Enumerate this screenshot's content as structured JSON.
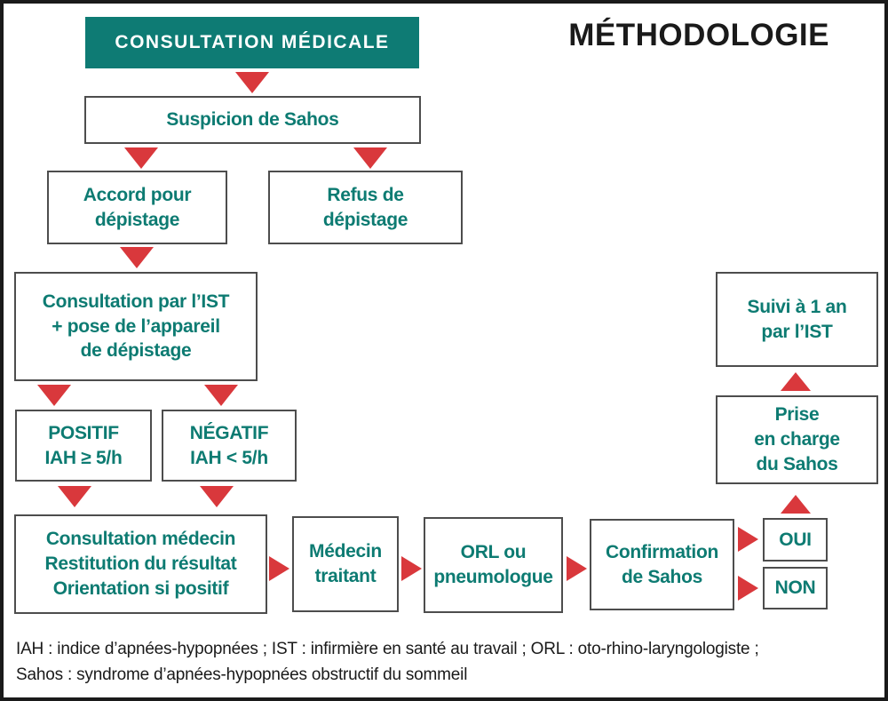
{
  "title": "MÉTHODOLOGIE",
  "nodes": {
    "consultation_medicale": {
      "lines": [
        "CONSULTATION MÉDICALE"
      ]
    },
    "suspicion": {
      "lines": [
        "Suspicion de Sahos"
      ]
    },
    "accord": {
      "lines": [
        "Accord pour",
        "dépistage"
      ]
    },
    "refus": {
      "lines": [
        "Refus de",
        "dépistage"
      ]
    },
    "consultation_ist": {
      "lines": [
        "Consultation par l’IST",
        "+ pose de l’appareil",
        "de dépistage"
      ]
    },
    "positif": {
      "lines": [
        "POSITIF",
        "IAH ≥ 5/h"
      ]
    },
    "negatif": {
      "lines": [
        "NÉGATIF",
        "IAH < 5/h"
      ]
    },
    "consultation_medecin": {
      "lines": [
        "Consultation médecin",
        "Restitution du résultat",
        "Orientation si positif"
      ]
    },
    "medecin_traitant": {
      "lines": [
        "Médecin",
        "traitant"
      ]
    },
    "orl": {
      "lines": [
        "ORL ou",
        "pneumologue"
      ]
    },
    "confirmation": {
      "lines": [
        "Confirmation",
        "de Sahos"
      ]
    },
    "oui": {
      "lines": [
        "OUI"
      ]
    },
    "non": {
      "lines": [
        "NON"
      ]
    },
    "suivi": {
      "lines": [
        "Suivi à 1 an",
        "par l’IST"
      ]
    },
    "prise_en_charge": {
      "lines": [
        "Prise",
        "en charge",
        "du Sahos"
      ]
    }
  },
  "footnote": {
    "line1": "IAH : indice d’apnées-hypopnées ; IST : infirmière en santé au travail ; ORL : oto-rhino-laryngologiste ;",
    "line2": "Sahos : syndrome d’apnées-hypopnées obstructif du sommeil"
  },
  "colors": {
    "teal_fill": "#0E7B74",
    "teal_text": "#0D7B72",
    "arrow_red": "#D9383C",
    "box_border": "#4D4D4D",
    "frame_border": "#1A1A1A",
    "text_dark": "#1A1A1A"
  }
}
